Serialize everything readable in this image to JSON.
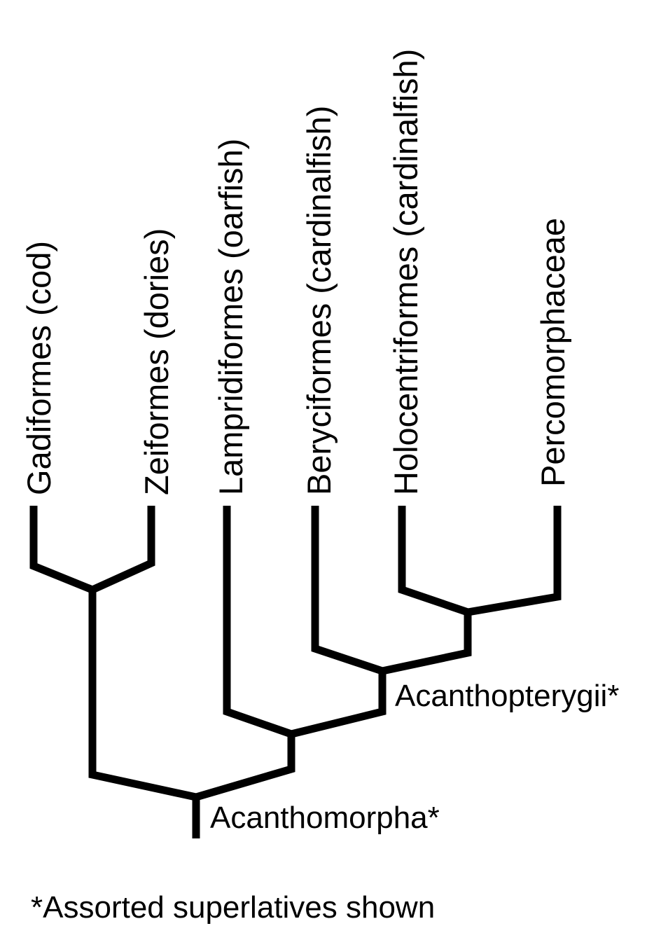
{
  "taxa": [
    "Gadiformes (cod)",
    "Zeiformes (dories)",
    "Lampridiformes (oarfish)",
    "Beryciformes (cardinalfish)",
    "Holocentriformes (cardinalfish)",
    "Percomorphaceae"
  ],
  "clades": {
    "acanthopterygii": "Acanthopterygii*",
    "acanthomorpha": "Acanthomorpha*"
  },
  "footnote": "*Assorted superlatives shown",
  "colors": {
    "line": "#000000",
    "text": "#000000",
    "background": "#ffffff"
  }
}
